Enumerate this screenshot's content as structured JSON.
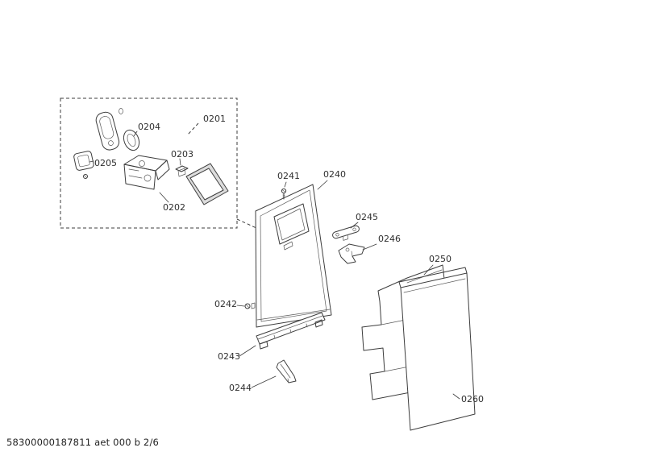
{
  "document": {
    "type": "exploded-parts-diagram",
    "colors": {
      "background": "#ffffff",
      "line": "#3d3d3d",
      "label": "#2e2e2e"
    }
  },
  "labels": {
    "p0201": "0201",
    "p0202": "0202",
    "p0203": "0203",
    "p0204": "0204",
    "p0205": "0205",
    "p0240": "0240",
    "p0241": "0241",
    "p0242": "0242",
    "p0243": "0243",
    "p0244": "0244",
    "p0245": "0245",
    "p0246": "0246",
    "p0250": "0250",
    "p0260": "0260"
  },
  "footer": {
    "text": "58300000187811 aet 000 b 2/6"
  }
}
